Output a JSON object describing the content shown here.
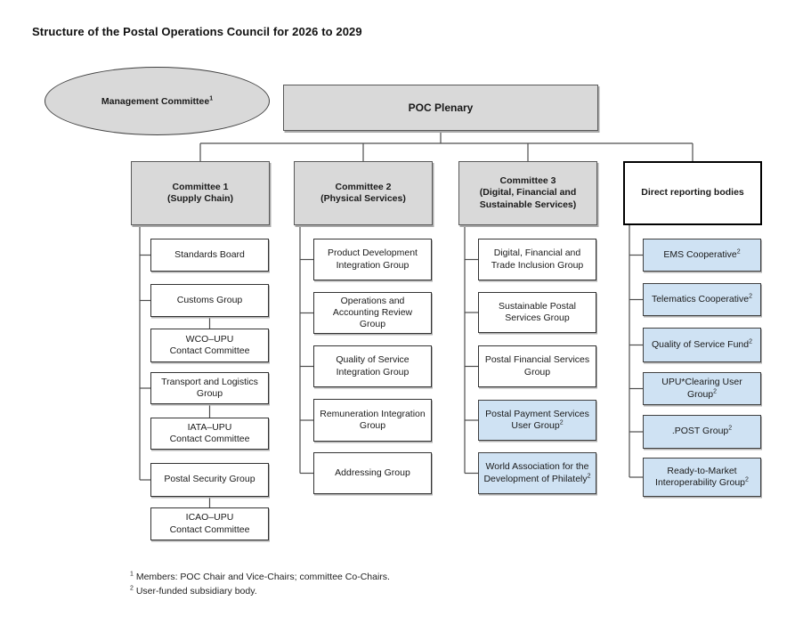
{
  "title": "Structure of the Postal Operations Council for 2026 to 2029",
  "colors": {
    "gray_fill": "#d9d9d9",
    "blue_fill": "#cfe2f3",
    "connector_line": "#4d4d4d",
    "outlined_border": "#000000"
  },
  "management_committee": {
    "label": "Management Committee",
    "sup": "1"
  },
  "poc_plenary": {
    "label": "POC Plenary"
  },
  "columns": [
    {
      "id": "committee-1",
      "header": {
        "label": "Committee 1\n(Supply Chain)",
        "style": "gray"
      },
      "nodes": [
        {
          "label": "Standards Board",
          "style": "white",
          "link": "spine"
        },
        {
          "label": "Customs Group",
          "style": "white",
          "link": "spine"
        },
        {
          "label": "WCO–UPU\nContact Committee",
          "style": "white",
          "link": "parent"
        },
        {
          "label": "Transport and Logistics\nGroup",
          "style": "white",
          "link": "spine"
        },
        {
          "label": "IATA–UPU\nContact Committee",
          "style": "white",
          "link": "parent"
        },
        {
          "label": "Postal Security Group",
          "style": "white",
          "link": "spine"
        },
        {
          "label": "ICAO–UPU\nContact Committee",
          "style": "white",
          "link": "parent"
        }
      ]
    },
    {
      "id": "committee-2",
      "header": {
        "label": "Committee 2\n(Physical Services)",
        "style": "gray"
      },
      "nodes": [
        {
          "label": "Product Development\nIntegration Group",
          "style": "white",
          "link": "spine"
        },
        {
          "label": "Operations and\nAccounting Review\nGroup",
          "style": "white",
          "link": "spine"
        },
        {
          "label": "Quality of Service\nIntegration Group",
          "style": "white",
          "link": "spine"
        },
        {
          "label": "Remuneration Integration\nGroup",
          "style": "white",
          "link": "spine"
        },
        {
          "label": "Addressing Group",
          "style": "white",
          "link": "spine"
        }
      ]
    },
    {
      "id": "committee-3",
      "header": {
        "label": "Committee 3\n(Digital, Financial and\nSustainable Services)",
        "style": "gray"
      },
      "nodes": [
        {
          "label": "Digital, Financial and\nTrade Inclusion Group",
          "style": "white",
          "link": "spine"
        },
        {
          "label": "Sustainable Postal\nServices Group",
          "style": "white",
          "link": "spine"
        },
        {
          "label": "Postal Financial Services\nGroup",
          "style": "white",
          "link": "spine"
        },
        {
          "label": "Postal Payment Services\nUser Group",
          "sup": "2",
          "style": "blue",
          "link": "spine"
        },
        {
          "label": "World Association for the\nDevelopment of Philately",
          "sup": "2",
          "style": "blue",
          "link": "spine"
        }
      ]
    },
    {
      "id": "direct-reporting-bodies",
      "header": {
        "label": "Direct reporting bodies",
        "style": "outlined"
      },
      "nodes": [
        {
          "label": "EMS Cooperative",
          "sup": "2",
          "style": "blue",
          "link": "spine"
        },
        {
          "label": "Telematics Cooperative",
          "sup": "2",
          "style": "blue",
          "link": "spine"
        },
        {
          "label": "Quality of Service Fund",
          "sup": "2",
          "style": "blue",
          "link": "spine"
        },
        {
          "label": "UPU*Clearing User\nGroup",
          "sup": "2",
          "style": "blue",
          "link": "spine"
        },
        {
          "label": ".POST Group",
          "sup": "2",
          "style": "blue",
          "link": "spine"
        },
        {
          "label": "Ready-to-Market\nInteroperability Group",
          "sup": "2",
          "style": "blue",
          "link": "spine"
        }
      ]
    }
  ],
  "footnotes": [
    {
      "marker": "1",
      "text": "Members: POC Chair and Vice-Chairs; committee Co-Chairs."
    },
    {
      "marker": "2",
      "text": "User-funded subsidiary body."
    }
  ]
}
